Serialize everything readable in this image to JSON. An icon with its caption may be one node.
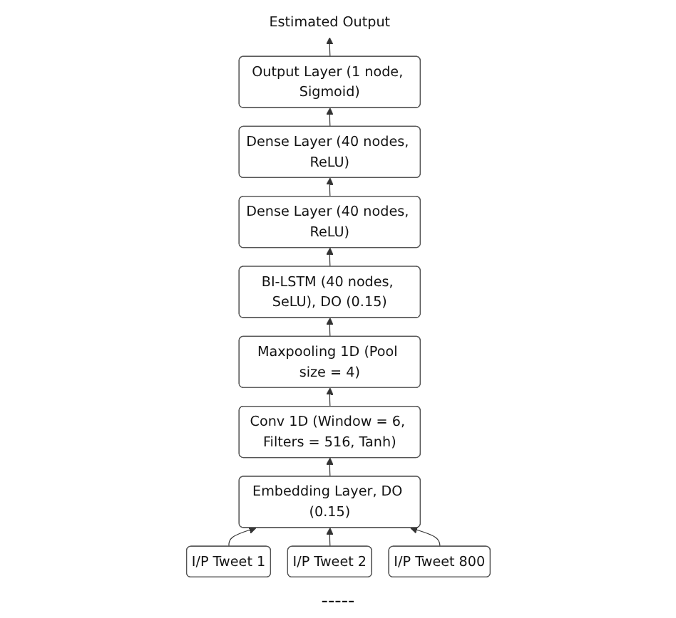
{
  "diagram": {
    "nodes": [
      {
        "text": [
          "Estimated Output"
        ]
      },
      {
        "text": [
          "Output Layer (1 node, Sigmoid)"
        ]
      },
      {
        "text": [
          "Dense Layer (40 nodes, ReLU)"
        ]
      },
      {
        "text": [
          "Dense Layer (40 nodes, ReLU)"
        ]
      },
      {
        "text": [
          "BI-LSTM (40 nodes, SeLU), DO (0.15)"
        ]
      },
      {
        "text": [
          "Maxpooling 1D (Pool size = 4)"
        ]
      },
      {
        "text": [
          "Conv 1D (Window = 6, Filters = 516, Tanh)"
        ]
      },
      {
        "text": [
          "Embedding Layer, DO (0.15)"
        ]
      },
      {
        "text": [
          "I/P Tweet 1"
        ]
      },
      {
        "text": [
          "I/P Tweet 2"
        ]
      },
      {
        "text": [
          "I/P Tweet 800"
        ]
      }
    ],
    "edges": [
      {
        "from": 1,
        "to": 0,
        "arrow": "to"
      },
      {
        "from": 2,
        "to": 1,
        "arrow": "to"
      },
      {
        "from": 3,
        "to": 2,
        "arrow": "to"
      },
      {
        "from": 4,
        "to": 3,
        "arrow": "to"
      },
      {
        "from": 5,
        "to": 4,
        "arrow": "to"
      },
      {
        "from": 6,
        "to": 5,
        "arrow": "to"
      },
      {
        "from": 7,
        "to": 6,
        "arrow": "to"
      },
      {
        "from": 8,
        "to": 7,
        "arrow": "to"
      },
      {
        "from": 9,
        "to": 7,
        "arrow": "to"
      },
      {
        "from": 10,
        "to": 7,
        "arrow": "to"
      }
    ],
    "labels": [
      "-----"
    ]
  }
}
